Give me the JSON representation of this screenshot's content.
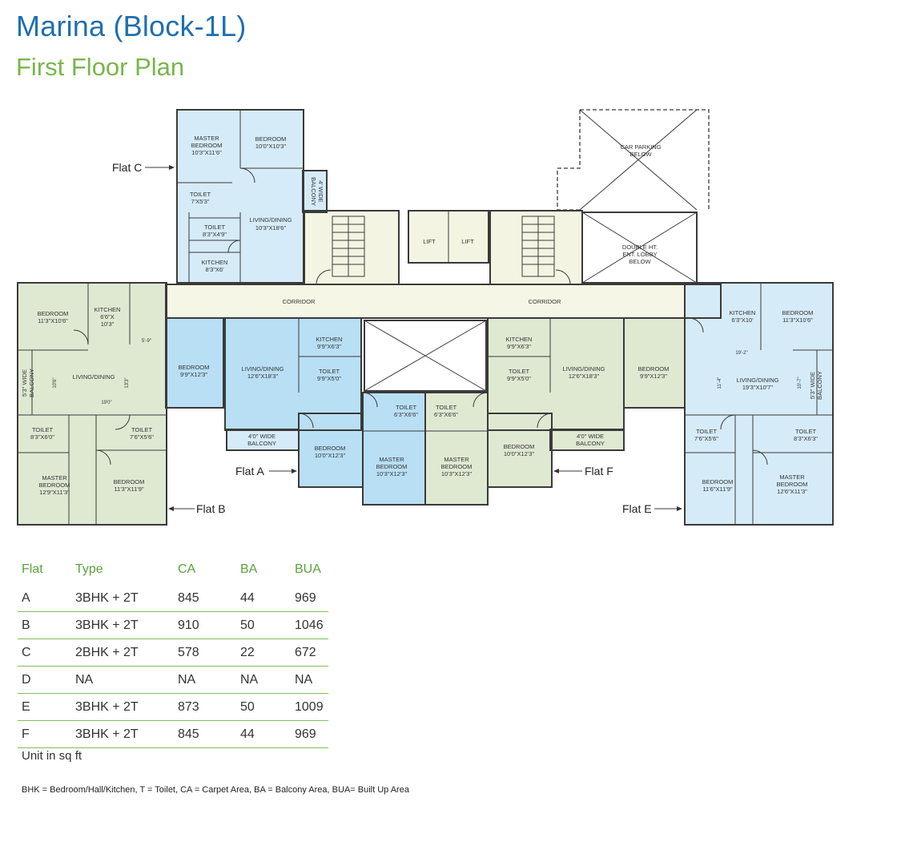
{
  "header": {
    "title": "Marina (Block-1L)",
    "subtitle": "First Floor Plan"
  },
  "colors": {
    "blue_flat": "#d6ebf8",
    "blue_strong": "#b9dff5",
    "green_flat": "#dfe9d2",
    "corridor": "#f6f6e6",
    "title_blue": "#1f6fb0",
    "title_green": "#79b64a"
  },
  "plan": {
    "flats": {
      "a": "Flat A",
      "b": "Flat B",
      "c": "Flat C",
      "e": "Flat E",
      "f": "Flat F"
    },
    "common": {
      "corridor_left": "CORRIDOR",
      "corridor_right": "CORRIDOR",
      "lift_1": "LIFT",
      "lift_2": "LIFT",
      "car_parking": [
        "CAR PARKING",
        "BELOW"
      ],
      "lobby": [
        "DOUBLE HT.",
        "ENT. LOBBY",
        "BELOW"
      ]
    },
    "flat_c_rooms": {
      "master": [
        "MASTER",
        "BEDROOM",
        "10'3\"X11'6\""
      ],
      "bedroom": [
        "BEDROOM",
        "10'0\"X10'3\""
      ],
      "toilet1": [
        "TOILET",
        "7'X5'3\""
      ],
      "toilet2": [
        "TOILET",
        "8'3\"X4'9\""
      ],
      "living": [
        "LIVING/DINING",
        "10'3\"X18'6\""
      ],
      "kitchen": [
        "KITCHEN",
        "8'3\"X6'"
      ],
      "balcony": [
        "4' WIDE",
        "BALCONY"
      ]
    },
    "flat_b_rooms": {
      "bedroom": [
        "BEDROOM",
        "11'3\"X10'6\""
      ],
      "kitchen": [
        "KITCHEN",
        "6'6\"X",
        "10'3\""
      ],
      "living": [
        "LIVING/DINING"
      ],
      "balcony": [
        "5'3\" WIDE",
        "BALCONY"
      ],
      "toilet1": [
        "TOILET",
        "8'3\"X6'0\""
      ],
      "toilet2": [
        "TOILET",
        "7'6\"X5'6\""
      ],
      "master": [
        "MASTER",
        "BEDROOM",
        "12'9\"X11'3\""
      ],
      "bedroom2": [
        "BEDROOM",
        "11'3\"X11'9\""
      ],
      "dim1": "5'-9\"",
      "dim2": "19'0\"",
      "dim3": "10'6\"",
      "dim4": "13'3\""
    },
    "flat_a_rooms": {
      "bedroom1": [
        "BEDROOM",
        "9'9\"X12'3\""
      ],
      "living": [
        "LIVING/DINING",
        "12'6\"X18'3\""
      ],
      "kitchen": [
        "KITCHEN",
        "9'9\"X6'3\""
      ],
      "toilet1": [
        "TOILET",
        "9'9\"X5'0\""
      ],
      "toilet2": [
        "TOILET",
        "6'3\"X6'6\""
      ],
      "balcony": [
        "4'0\" WIDE",
        "BALCONY"
      ],
      "bedroom2": [
        "BEDROOM",
        "10'0\"X12'3\""
      ],
      "master": [
        "MASTER",
        "BEDROOM",
        "10'3\"X12'3\""
      ]
    },
    "flat_f_rooms": {
      "kitchen": [
        "KITCHEN",
        "9'9\"X6'3\""
      ],
      "living": [
        "LIVING/DINING",
        "12'6\"X18'3\""
      ],
      "bedroom1": [
        "BEDROOM",
        "9'9\"X12'3\""
      ],
      "toilet1": [
        "TOILET",
        "9'9\"X5'0\""
      ],
      "toilet2": [
        "TOILET",
        "6'3\"X6'6\""
      ],
      "balcony": [
        "4'0\" WIDE",
        "BALCONY"
      ],
      "bedroom2": [
        "BEDROOM",
        "10'0\"X12'3\""
      ],
      "master": [
        "MASTER",
        "BEDROOM",
        "10'3\"X12'3\""
      ]
    },
    "flat_e_rooms": {
      "kitchen": [
        "KITCHEN",
        "6'3\"X10'"
      ],
      "bedroom": [
        "BEDROOM",
        "11'3\"X10'6\""
      ],
      "living": [
        "LIVING/DINING",
        "19'3\"X10'7\""
      ],
      "balcony": [
        "5'3\" WIDE",
        "BALCONY"
      ],
      "toilet1": [
        "TOILET",
        "7'6\"X5'6\""
      ],
      "toilet2": [
        "TOILET",
        "8'3\"X6'3\""
      ],
      "bedroom2": [
        "BEDROOM",
        "11'6\"X11'9\""
      ],
      "master": [
        "MASTER",
        "BEDROOM",
        "12'6\"X11'3\""
      ],
      "dim1": "19'-2\"",
      "dim2": "11'-4\"",
      "dim3": "10'-7\""
    }
  },
  "area_table": {
    "headers": [
      "Flat",
      "Type",
      "CA",
      "BA",
      "BUA"
    ],
    "rows": [
      [
        "A",
        "3BHK + 2T",
        "845",
        "44",
        "969"
      ],
      [
        "B",
        "3BHK + 2T",
        "910",
        "50",
        "1046"
      ],
      [
        "C",
        "2BHK + 2T",
        "578",
        "22",
        "672"
      ],
      [
        "D",
        "NA",
        "NA",
        "NA",
        "NA"
      ],
      [
        "E",
        "3BHK + 2T",
        "873",
        "50",
        "1009"
      ],
      [
        "F",
        "3BHK + 2T",
        "845",
        "44",
        "969"
      ]
    ],
    "unit_note": "Unit in sq ft",
    "legend": "BHK = Bedroom/Hall/Kitchen, T = Toilet, CA = Carpet Area, BA = Balcony Area, BUA= Built Up Area"
  }
}
